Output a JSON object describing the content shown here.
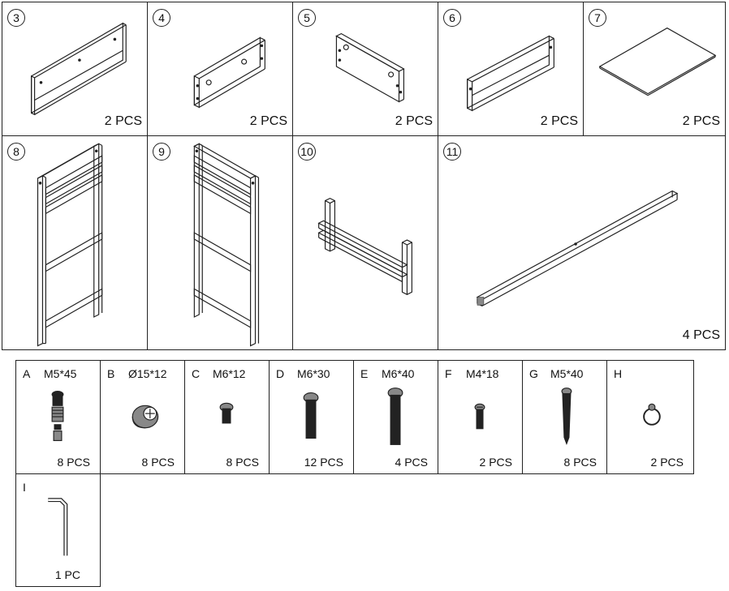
{
  "panels": [
    {
      "num": "3",
      "qty": "2 PCS",
      "icon": "back-panel-icon"
    },
    {
      "num": "4",
      "qty": "2 PCS",
      "icon": "side-panel-icon"
    },
    {
      "num": "5",
      "qty": "2 PCS",
      "icon": "front-panel-icon"
    },
    {
      "num": "6",
      "qty": "2 PCS",
      "icon": "rail-panel-icon"
    },
    {
      "num": "7",
      "qty": "2 PCS",
      "icon": "bottom-board-icon"
    },
    {
      "num": "8",
      "qty": "",
      "icon": "left-ladder-frame-icon"
    },
    {
      "num": "9",
      "qty": "",
      "icon": "right-ladder-frame-icon"
    },
    {
      "num": "10",
      "qty": "",
      "icon": "support-frame-icon"
    },
    {
      "num": "11",
      "qty": "4 PCS",
      "icon": "long-bar-icon"
    }
  ],
  "hardware": [
    {
      "letter": "A",
      "spec": "M5*45",
      "qty": "8 PCS",
      "icon": "cam-bolt-icon"
    },
    {
      "letter": "B",
      "spec": "Ø15*12",
      "qty": "8 PCS",
      "icon": "cam-lock-icon"
    },
    {
      "letter": "C",
      "spec": "M6*12",
      "qty": "8 PCS",
      "icon": "short-bolt-icon"
    },
    {
      "letter": "D",
      "spec": "M6*30",
      "qty": "12 PCS",
      "icon": "medium-bolt-icon"
    },
    {
      "letter": "E",
      "spec": "M6*40",
      "qty": "4 PCS",
      "icon": "long-bolt-icon"
    },
    {
      "letter": "F",
      "spec": "M4*18",
      "qty": "2 PCS",
      "icon": "small-screw-icon"
    },
    {
      "letter": "G",
      "spec": "M5*40",
      "qty": "8 PCS",
      "icon": "wood-screw-icon"
    },
    {
      "letter": "H",
      "spec": "",
      "qty": "2 PCS",
      "icon": "ring-hook-icon"
    },
    {
      "letter": "I",
      "spec": "",
      "qty": "1 PC",
      "icon": "allen-key-icon"
    }
  ]
}
